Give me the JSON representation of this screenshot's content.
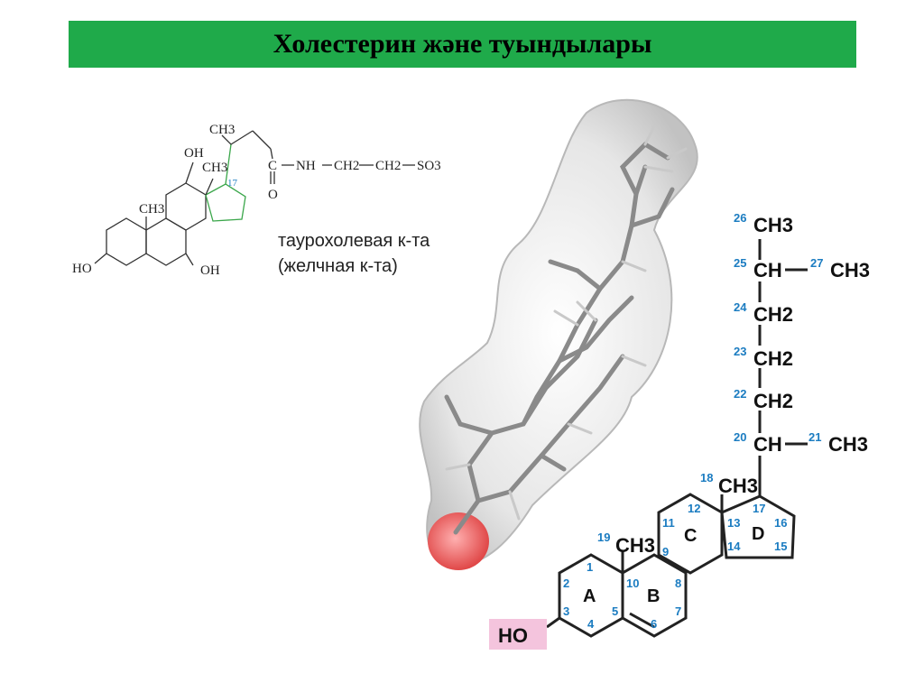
{
  "title": "Холестерин жәнe туындылары",
  "taurocholic": {
    "caption_line1": "таурохолевая к-та",
    "caption_line2": "(желчная к-та)",
    "ch3_top": "CH3",
    "oh_top": "OH",
    "ch3_mid": "CH3",
    "ch3_low": "CH3",
    "c17": "17",
    "c_atom": "C",
    "o_atom": "O",
    "nh": "NH",
    "ch2_a": "CH2",
    "ch2_b": "CH2",
    "so3": "SO3",
    "ho_left": "HO",
    "oh_bottom": "OH"
  },
  "cholesterol": {
    "ho": "HO",
    "ring_labels": [
      "A",
      "B",
      "C",
      "D"
    ],
    "side_chain": {
      "c26": {
        "num": "26",
        "group": "CH3"
      },
      "c25": {
        "num": "25",
        "group": "CH"
      },
      "c27": {
        "num": "27",
        "group": "CH3"
      },
      "c24": {
        "num": "24",
        "group": "CH2"
      },
      "c23": {
        "num": "23",
        "group": "CH2"
      },
      "c22": {
        "num": "22",
        "group": "CH2"
      },
      "c20": {
        "num": "20",
        "group": "CH"
      },
      "c21": {
        "num": "21",
        "group": "CH3"
      },
      "c18": {
        "num": "18",
        "group": "CH3"
      },
      "c19": {
        "num": "19",
        "group": "CH3"
      }
    },
    "ring_numbers": [
      "1",
      "2",
      "3",
      "4",
      "5",
      "6",
      "7",
      "8",
      "9",
      "10",
      "11",
      "12",
      "13",
      "14",
      "15",
      "16",
      "17"
    ]
  },
  "colors": {
    "title_bar": "#1faa4a",
    "number_blue": "#1b7cc1",
    "ho_highlight": "#f4c4dd",
    "oxygen_red": "#e04040"
  }
}
